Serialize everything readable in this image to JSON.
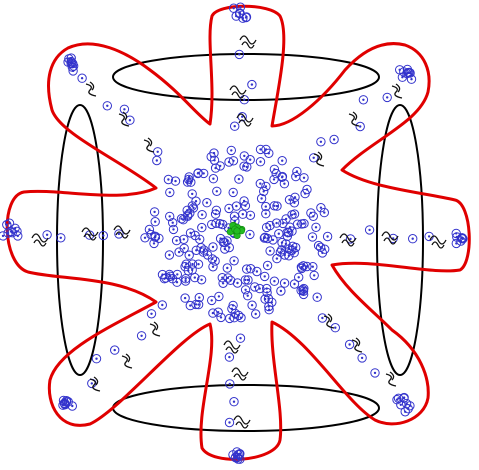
{
  "colors": {
    "background": "#ffffff",
    "outline": "#e00000",
    "frame": "#000000",
    "particle": "#3333cc",
    "squiggle": "#111111",
    "center": "#22bb22"
  },
  "figure": {
    "arm_count": 8,
    "ellipse_count": 4,
    "center_marker": "green-cluster",
    "particle_glyph": "circled-dot"
  }
}
